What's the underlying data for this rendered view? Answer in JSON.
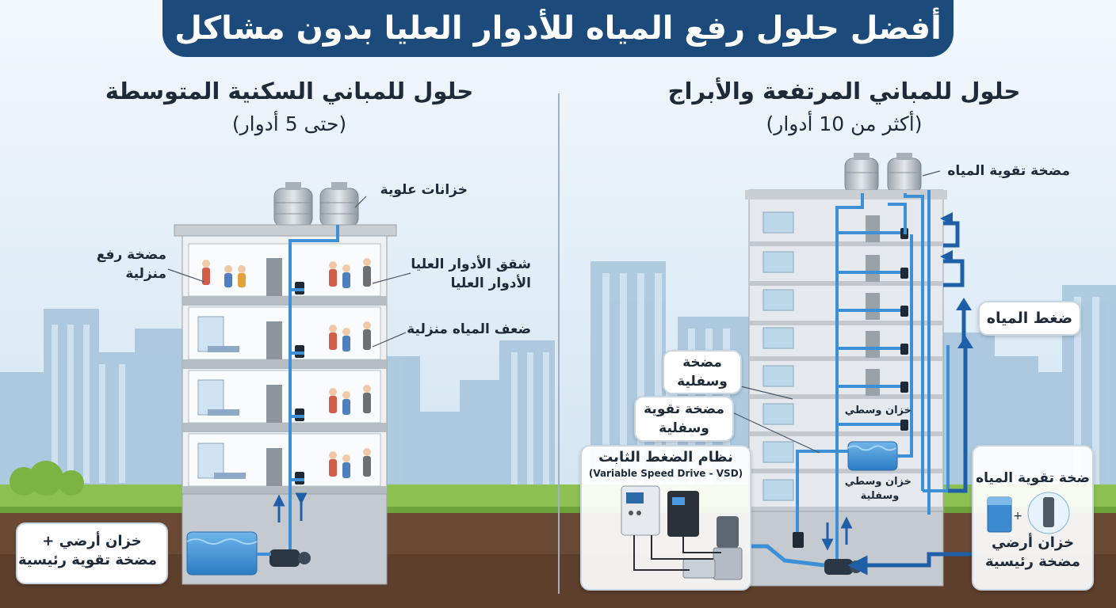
{
  "title": "أفضل حلول رفع المياه للأدوار العليا بدون مشاكل",
  "left_section": {
    "title": "حلول للمباني السكنية المتوسطة",
    "subtitle": "(حتى 5 أدوار)",
    "labels": {
      "roof_tanks": "خزانات علوية",
      "home_pump_1": "مضخة رفع",
      "home_pump_2": "منزلية",
      "upper_apt_1": "شقق الأدوار العليا",
      "upper_apt_2": "الأدوار العليا",
      "weak_pressure": "ضعف المياه منزلية"
    },
    "ground_box": {
      "line1": "خزان أرضي +",
      "line2": "مضخة تقوية رئيسية"
    }
  },
  "right_section": {
    "title": "حلول للمباني المرتفعة والأبراج",
    "subtitle": "(أكثر من 10 أدوار)",
    "labels": {
      "booster_pump": "مضخة تقوية المياه",
      "water_pressure": "ضغط المياه",
      "lower_pump_1": "مضخة",
      "lower_pump_2": "وسفلية",
      "booster_lower_1": "مضخة تقوية",
      "booster_lower_2": "وسفلية",
      "middle_tank": "خزان وسطي",
      "middle_lower_1": "خزان وسطي",
      "middle_lower_2": "وسفلية"
    },
    "vsd_box": {
      "title": "نظام الضغط الثابت",
      "subtitle": "(Variable Speed Drive - VSD)"
    },
    "ground_box": {
      "title": "ضخة تقوية المياه",
      "line1": "خزان أرضي",
      "line2": "مضخة رئيسية"
    }
  },
  "colors": {
    "title_bg": "#1c4a7a",
    "pipe": "#3d8fd6",
    "pipe_dark": "#1f5fa8",
    "grass": "#8cc152",
    "soil": "#6b4a35",
    "sky": "#dcebf5",
    "building": "#e5e8ec",
    "water": "#3f93d8"
  }
}
